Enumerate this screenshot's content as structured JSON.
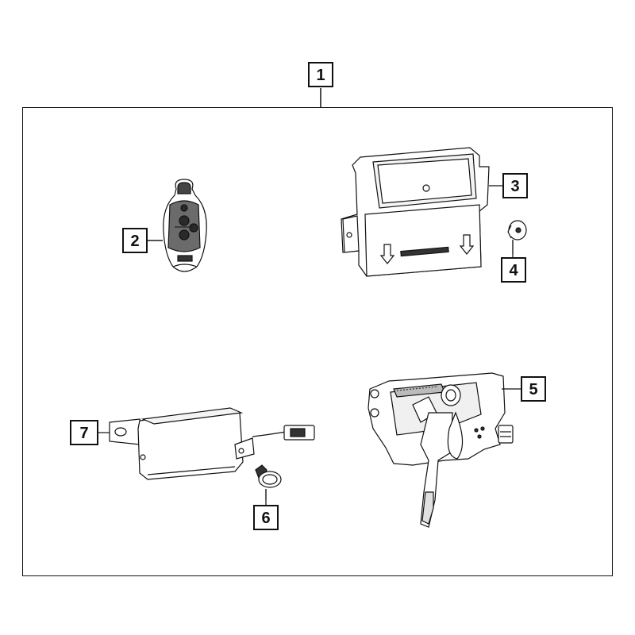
{
  "callouts": {
    "c1": "1",
    "c2": "2",
    "c3": "3",
    "c4": "4",
    "c5": "5",
    "c6": "6",
    "c7": "7"
  },
  "parts": [
    {
      "callout": "1",
      "icon": "assembly-frame"
    },
    {
      "callout": "2",
      "icon": "key-fob-icon"
    },
    {
      "callout": "3",
      "icon": "control-module-icon"
    },
    {
      "callout": "4",
      "icon": "screw-icon"
    },
    {
      "callout": "5",
      "icon": "hood-latch-icon"
    },
    {
      "callout": "6",
      "icon": "push-pin-fastener-icon"
    },
    {
      "callout": "7",
      "icon": "receiver-module-icon"
    }
  ]
}
